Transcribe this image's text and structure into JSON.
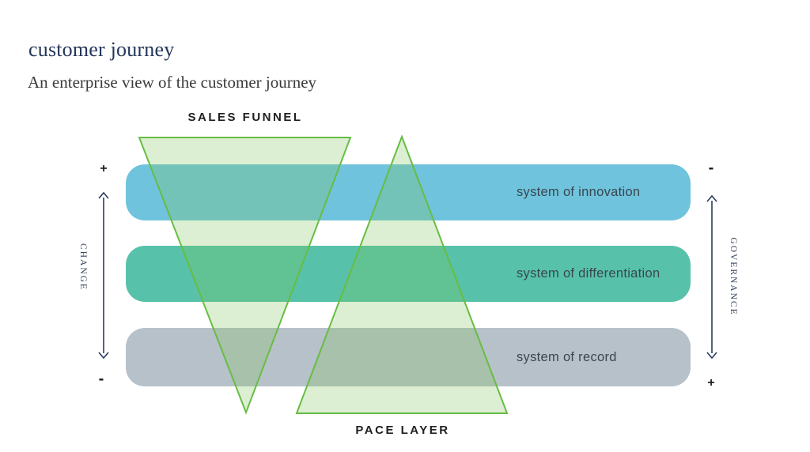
{
  "title": "customer journey",
  "subtitle": "An enterprise view of the customer journey",
  "diagram": {
    "sales_funnel_label": "SALES FUNNEL",
    "pace_layer_label": "PACE LAYER",
    "left_axis": {
      "label": "CHANGE",
      "top_sign": "+",
      "bottom_sign": "-"
    },
    "right_axis": {
      "label": "GOVERNANCE",
      "top_sign": "-",
      "bottom_sign": "+"
    },
    "layers": [
      {
        "label": "system of innovation",
        "color": "#6fc3dc"
      },
      {
        "label": "system of differentiation",
        "color": "#57c2a9"
      },
      {
        "label": "system of record",
        "color": "#b7c1ca"
      }
    ],
    "colors": {
      "triangle_stroke": "#67bd44",
      "triangle_fill": "rgba(124,195,90,0.27)",
      "arrow": "#2c3b5e"
    }
  }
}
